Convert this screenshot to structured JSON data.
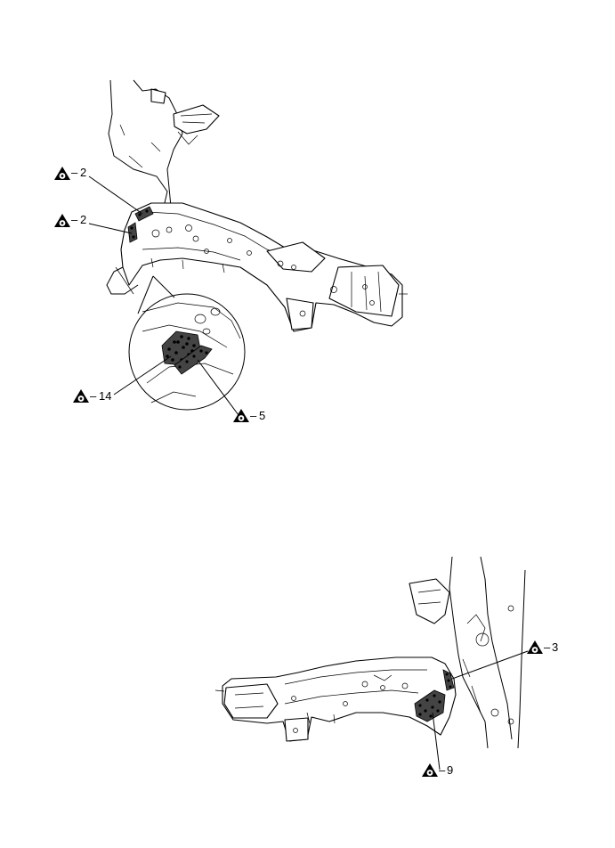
{
  "colors": {
    "line": "#000000",
    "weld_fill": "#444444",
    "background": "#ffffff"
  },
  "symbol": "spot-weld-triangle-icon",
  "upper_view": {
    "callouts": [
      {
        "id": "upper-a",
        "count_text": "2"
      },
      {
        "id": "upper-b",
        "count_text": "2"
      },
      {
        "id": "detail-a",
        "count_text": "14"
      },
      {
        "id": "detail-b",
        "count_text": "5"
      }
    ]
  },
  "lower_view": {
    "callouts": [
      {
        "id": "lower-a",
        "count_text": "3"
      },
      {
        "id": "lower-b",
        "count_text": "9"
      }
    ]
  }
}
